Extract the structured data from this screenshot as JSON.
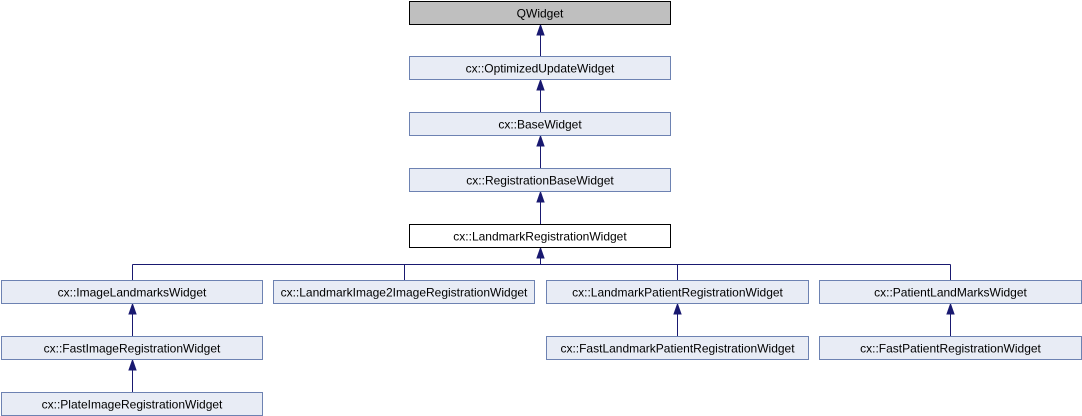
{
  "nodes": [
    {
      "id": "qwidget",
      "label": "QWidget",
      "style": "root"
    },
    {
      "id": "optimized",
      "label": "cx::OptimizedUpdateWidget",
      "style": "normal"
    },
    {
      "id": "base",
      "label": "cx::BaseWidget",
      "style": "normal"
    },
    {
      "id": "regbase",
      "label": "cx::RegistrationBaseWidget",
      "style": "normal"
    },
    {
      "id": "landmarkreg",
      "label": "cx::LandmarkRegistrationWidget",
      "style": "current"
    },
    {
      "id": "imagelandmarks",
      "label": "cx::ImageLandmarksWidget",
      "style": "normal"
    },
    {
      "id": "img2img",
      "label": "cx::LandmarkImage2ImageRegistrationWidget",
      "style": "normal"
    },
    {
      "id": "landmarkpatient",
      "label": "cx::LandmarkPatientRegistrationWidget",
      "style": "normal"
    },
    {
      "id": "patientlandmarks",
      "label": "cx::PatientLandMarksWidget",
      "style": "normal"
    },
    {
      "id": "fastimage",
      "label": "cx::FastImageRegistrationWidget",
      "style": "normal"
    },
    {
      "id": "fastlandmarkpatient",
      "label": "cx::FastLandmarkPatientRegistrationWidget",
      "style": "normal"
    },
    {
      "id": "fastpatient",
      "label": "cx::FastPatientRegistrationWidget",
      "style": "normal"
    },
    {
      "id": "plateimage",
      "label": "cx::PlateImageRegistrationWidget",
      "style": "normal"
    }
  ],
  "edges": [
    {
      "from": "optimized",
      "to": "qwidget"
    },
    {
      "from": "base",
      "to": "optimized"
    },
    {
      "from": "regbase",
      "to": "base"
    },
    {
      "from": "landmarkreg",
      "to": "regbase"
    },
    {
      "from": "imagelandmarks",
      "to": "landmarkreg"
    },
    {
      "from": "img2img",
      "to": "landmarkreg"
    },
    {
      "from": "landmarkpatient",
      "to": "landmarkreg"
    },
    {
      "from": "patientlandmarks",
      "to": "landmarkreg"
    },
    {
      "from": "fastimage",
      "to": "imagelandmarks"
    },
    {
      "from": "plateimage",
      "to": "fastimage"
    },
    {
      "from": "fastlandmarkpatient",
      "to": "landmarkpatient"
    },
    {
      "from": "fastpatient",
      "to": "patientlandmarks"
    }
  ],
  "colors": {
    "root_fill": "#bfbfbf",
    "root_stroke": "#000000",
    "normal_fill": "#e8ecf5",
    "normal_stroke": "#6d82b2",
    "current_fill": "#ffffff",
    "current_stroke": "#000000",
    "edge": "#191970"
  }
}
